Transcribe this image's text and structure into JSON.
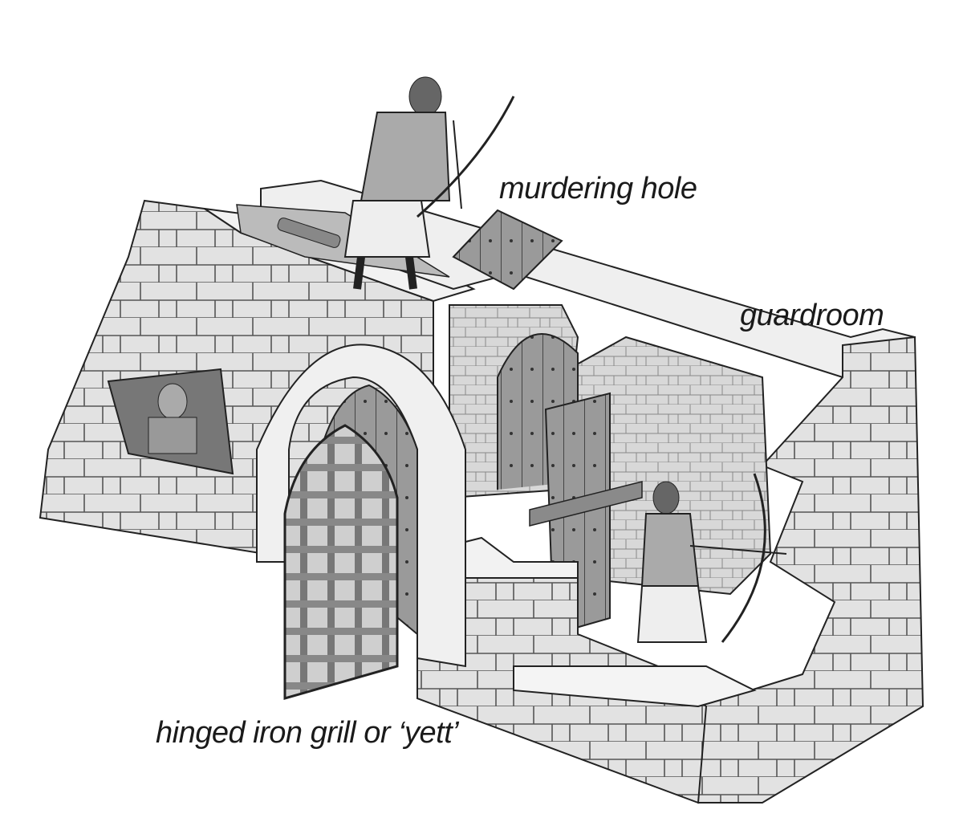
{
  "labels": {
    "murdering_hole": "murdering hole",
    "guardroom": "guardroom",
    "yett": "hinged iron grill or ‘yett’"
  },
  "colors": {
    "stone": "#e4e4e4",
    "stone_dark": "#bdbdbd",
    "wood": "#8a8a8a",
    "ink": "#222222"
  }
}
